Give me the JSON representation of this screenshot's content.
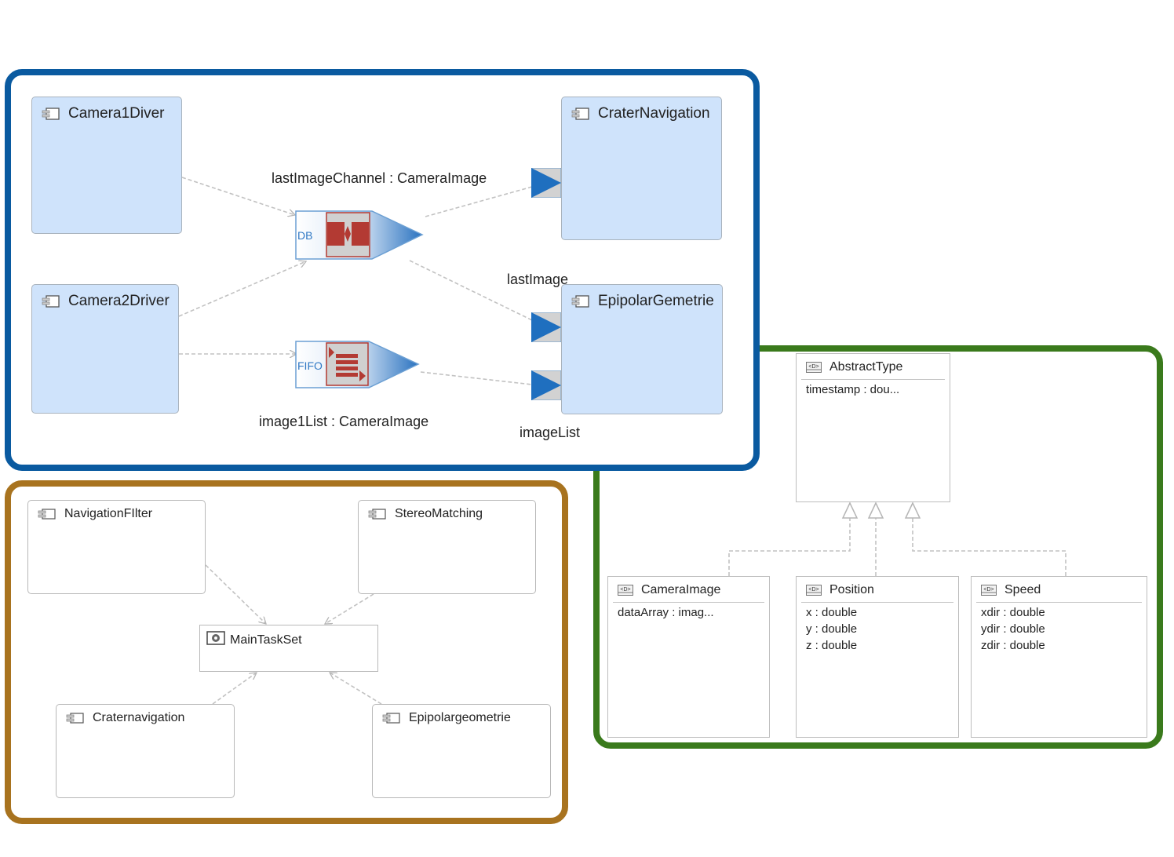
{
  "colors": {
    "frame_blue": "#0a5aa0",
    "frame_green": "#3a7a1c",
    "frame_brown": "#a8731f",
    "component_fill": "#cfe3fb",
    "port_blue": "#1f6fbf",
    "channel_red": "#b33a33"
  },
  "top_diagram": {
    "components": {
      "camera1": "Camera1Diver",
      "camera2": "Camera2Driver",
      "crater_nav": "CraterNavigation",
      "epipolar": "EpipolarGemetrie"
    },
    "channels": {
      "db": {
        "kind": "DB",
        "label": "lastImageChannel : CameraImage"
      },
      "fifo": {
        "kind": "FIFO",
        "label": "image1List : CameraImage"
      }
    },
    "port_labels": {
      "last_image": "lastImage",
      "image_list": "imageList"
    }
  },
  "task_diagram": {
    "components": {
      "nav_filter": "NavigationFIlter",
      "stereo": "StereoMatching",
      "craternav": "Craternavigation",
      "epigeo": "Epipolargeometrie"
    },
    "taskset": "MainTaskSet"
  },
  "type_diagram": {
    "abstract": {
      "name": "AbstractType",
      "attrs": [
        "timestamp : dou..."
      ]
    },
    "types": [
      {
        "name": "CameraImage",
        "attrs": [
          "dataArray : imag..."
        ]
      },
      {
        "name": "Position",
        "attrs": [
          "x : double",
          "y : double",
          "z : double"
        ]
      },
      {
        "name": "Speed",
        "attrs": [
          "xdir : double",
          "ydir : double",
          "zdir : double"
        ]
      }
    ],
    "icon_text": "<D>"
  }
}
